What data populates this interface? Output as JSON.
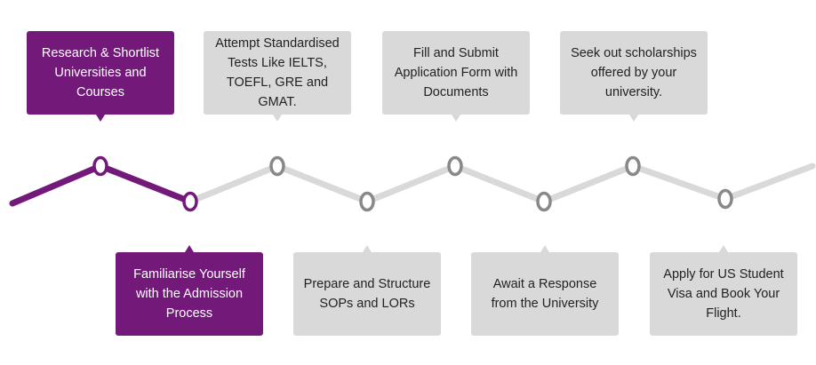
{
  "colors": {
    "accent": "#73197a",
    "inactive_box": "#d9d9d9",
    "inactive_line": "#d9d9d9",
    "inactive_marker": "#888888"
  },
  "steps": [
    {
      "label": "Research & Shortlist Universities and Courses",
      "active": true
    },
    {
      "label": "Attempt Standardised Tests Like IELTS, TOEFL, GRE and GMAT.",
      "active": false
    },
    {
      "label": "Fill and Submit Application Form with Documents",
      "active": false
    },
    {
      "label": "Seek out scholarships offered by your university.",
      "active": false
    },
    {
      "label": "Familiarise Yourself with the Admission Process",
      "active": true
    },
    {
      "label": "Prepare and Structure SOPs and LORs",
      "active": false
    },
    {
      "label": "Await a Response from the University",
      "active": false
    },
    {
      "label": "Apply for US Student Visa and Book Your Flight.",
      "active": false
    }
  ]
}
